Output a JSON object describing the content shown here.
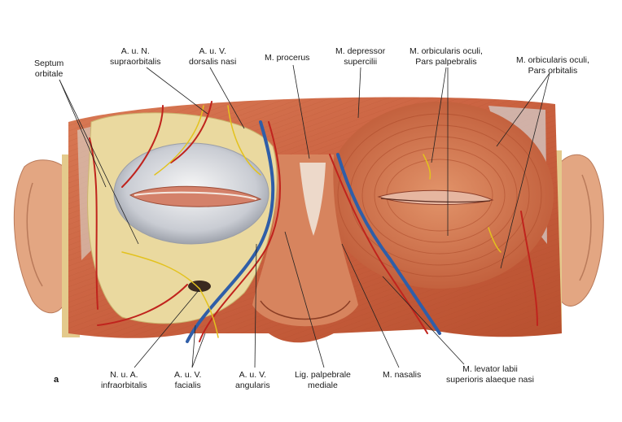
{
  "figure": {
    "plate_letter": "a",
    "labels": [
      {
        "id": "septum-orbitale",
        "lines": [
          "Septum",
          "orbitale"
        ]
      },
      {
        "id": "supraorbitalis",
        "lines": [
          "A. u. N.",
          "supraorbitalis"
        ]
      },
      {
        "id": "dorsalis-nasi",
        "lines": [
          "A. u. V.",
          "dorsalis nasi"
        ]
      },
      {
        "id": "procerus",
        "lines": [
          "M. procerus"
        ]
      },
      {
        "id": "depressor-supercilii",
        "lines": [
          "M. depressor",
          "supercilii"
        ]
      },
      {
        "id": "orbicularis-palpebralis",
        "lines": [
          "M. orbicularis oculi,",
          "Pars palpebralis"
        ]
      },
      {
        "id": "orbicularis-orbitalis",
        "lines": [
          "M. orbicularis oculi,",
          "Pars orbitalis"
        ]
      },
      {
        "id": "infraorbitalis",
        "lines": [
          "N. u. A.",
          "infraorbitalis"
        ]
      },
      {
        "id": "facialis",
        "lines": [
          "A. u. V.",
          "facialis"
        ]
      },
      {
        "id": "angularis",
        "lines": [
          "A. u. V.",
          "angularis"
        ]
      },
      {
        "id": "palpebrale-mediale",
        "lines": [
          "Lig. palpebrale",
          "mediale"
        ]
      },
      {
        "id": "nasalis",
        "lines": [
          "M. nasalis"
        ]
      },
      {
        "id": "levator-labii",
        "lines": [
          "M. levator labii",
          "superioris alaeque nasi"
        ]
      }
    ]
  },
  "colors": {
    "muscle": "#c9603f",
    "muscle_light": "#e08a62",
    "bone": "#e9dca4",
    "artery": "#c0231d",
    "vein": "#2f5ea8",
    "nerve": "#e3c21d",
    "skin": "#e7b08c",
    "leader_line": "#222222"
  }
}
